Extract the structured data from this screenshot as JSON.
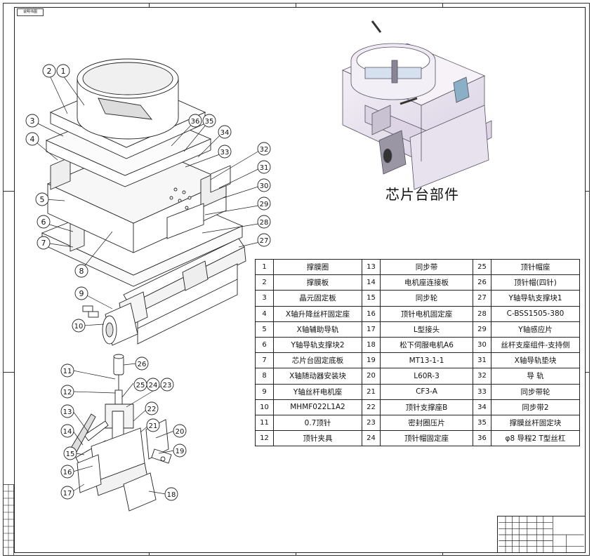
{
  "drawing": {
    "caption": "芯片台部件",
    "corner_tag": "说明书图"
  },
  "balloons": [
    "1",
    "2",
    "3",
    "4",
    "5",
    "6",
    "7",
    "8",
    "9",
    "10",
    "11",
    "12",
    "13",
    "14",
    "15",
    "16",
    "17",
    "18",
    "19",
    "20",
    "21",
    "22",
    "23",
    "24",
    "25",
    "26",
    "27",
    "28",
    "29",
    "30",
    "31",
    "32",
    "33",
    "34",
    "35",
    "36"
  ],
  "parts_table": {
    "rows": [
      [
        {
          "n": "1",
          "name": "撑膜圈"
        },
        {
          "n": "13",
          "name": "同步带"
        },
        {
          "n": "25",
          "name": "顶针帽座"
        }
      ],
      [
        {
          "n": "2",
          "name": "撑膜板"
        },
        {
          "n": "14",
          "name": "电机座连接板"
        },
        {
          "n": "26",
          "name": "顶针帽(四针)"
        }
      ],
      [
        {
          "n": "3",
          "name": "晶元固定板"
        },
        {
          "n": "15",
          "name": "同步轮"
        },
        {
          "n": "27",
          "name": "Y轴导轨支撑块1"
        }
      ],
      [
        {
          "n": "4",
          "name": "X轴升降丝杆固定座"
        },
        {
          "n": "16",
          "name": "顶针电机固定座"
        },
        {
          "n": "28",
          "name": "C-BSS1505-380"
        }
      ],
      [
        {
          "n": "5",
          "name": "X轴辅助导轨"
        },
        {
          "n": "17",
          "name": "L型接头"
        },
        {
          "n": "29",
          "name": "Y轴感应片"
        }
      ],
      [
        {
          "n": "6",
          "name": "Y轴导轨支撑块2"
        },
        {
          "n": "18",
          "name": "松下伺服电机A6"
        },
        {
          "n": "30",
          "name": "丝杆支座组件-支持侧"
        }
      ],
      [
        {
          "n": "7",
          "name": "芯片台固定底板"
        },
        {
          "n": "19",
          "name": "MT13-1-1"
        },
        {
          "n": "31",
          "name": "X轴导轨垫块"
        }
      ],
      [
        {
          "n": "8",
          "name": "X轴随动器安装块"
        },
        {
          "n": "20",
          "name": "L60R-3"
        },
        {
          "n": "32",
          "name": "导 轨"
        }
      ],
      [
        {
          "n": "9",
          "name": "Y轴丝杆电机座"
        },
        {
          "n": "21",
          "name": "CF3-A"
        },
        {
          "n": "33",
          "name": "同步带轮"
        }
      ],
      [
        {
          "n": "10",
          "name": "MHMF022L1A2"
        },
        {
          "n": "22",
          "name": "顶针支撑座B"
        },
        {
          "n": "34",
          "name": "同步带2"
        }
      ],
      [
        {
          "n": "11",
          "name": "0.7顶针"
        },
        {
          "n": "23",
          "name": "密封圈压片"
        },
        {
          "n": "35",
          "name": "撑膜丝杆固定块"
        }
      ],
      [
        {
          "n": "12",
          "name": "顶针夹具"
        },
        {
          "n": "24",
          "name": "顶针帽固定座"
        },
        {
          "n": "36",
          "name": "φ8 导程2 T型丝杠"
        }
      ]
    ]
  },
  "colors": {
    "line": "#222222",
    "render_light": "#e9e4f0",
    "render_mid": "#c9c3d6",
    "render_dark": "#555060"
  }
}
